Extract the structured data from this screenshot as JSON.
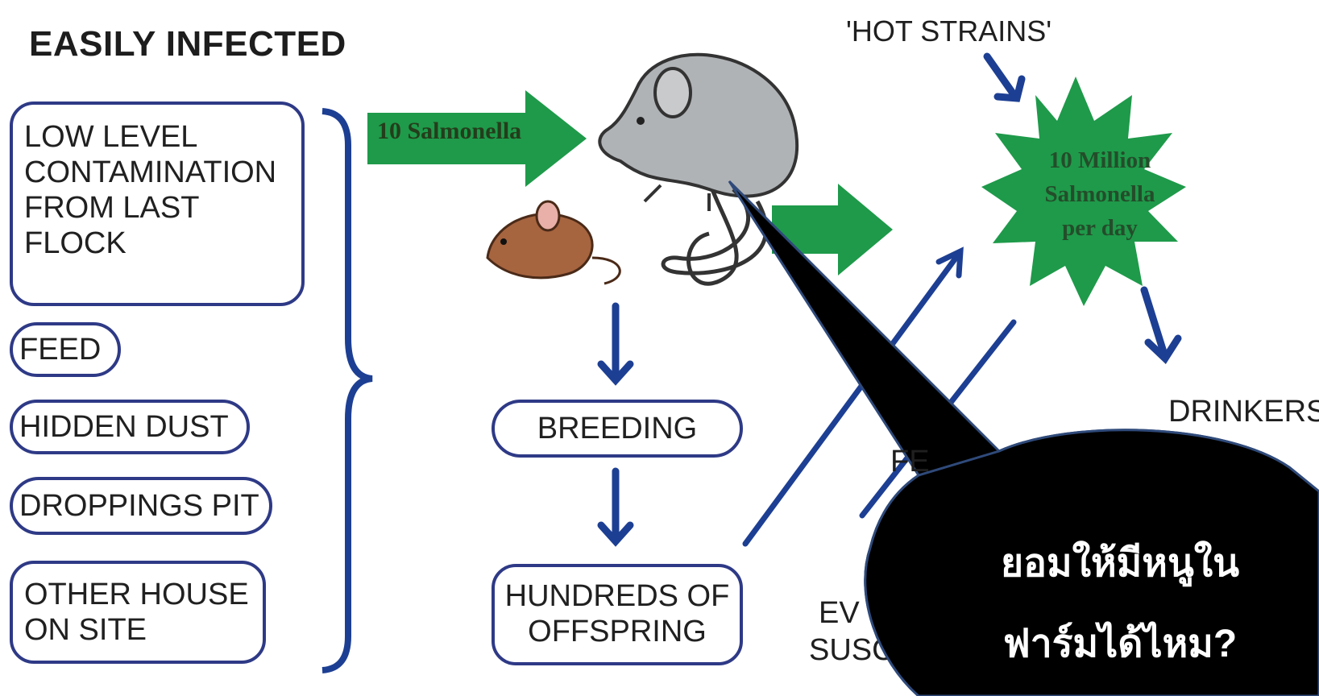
{
  "title": "EASILY INFECTED",
  "sources": [
    [
      "LOW LEVEL",
      "CONTAMINATION",
      "FROM LAST",
      "FLOCK"
    ],
    [
      "FEED"
    ],
    [
      "HIDDEN DUST"
    ],
    [
      "DROPPINGS PIT"
    ],
    [
      "OTHER HOUSE",
      "ON SITE"
    ]
  ],
  "infection_arrow": "10 Salmonella",
  "hot_strains": "'HOT STRAINS'",
  "shedding": [
    "10 Million",
    "Salmonella",
    "per day"
  ],
  "breeding": "BREEDING",
  "offspring": [
    "HUNDREDS OF",
    "OFFSPRING"
  ],
  "drinkers": "DRINKERS",
  "partial_labels": {
    "fe": "FE",
    "ev": "EV",
    "susc": "SUSC"
  },
  "bubble": [
    "ยอมให้มีหนูใน",
    "ฟาร์มได้ไหม?"
  ],
  "colors": {
    "box_border": "#2e3a86",
    "arrow_blue": "#1d3f93",
    "green": "#1e9a4a",
    "bubble": "#000000",
    "bubble_border": "#2f4a7a"
  }
}
